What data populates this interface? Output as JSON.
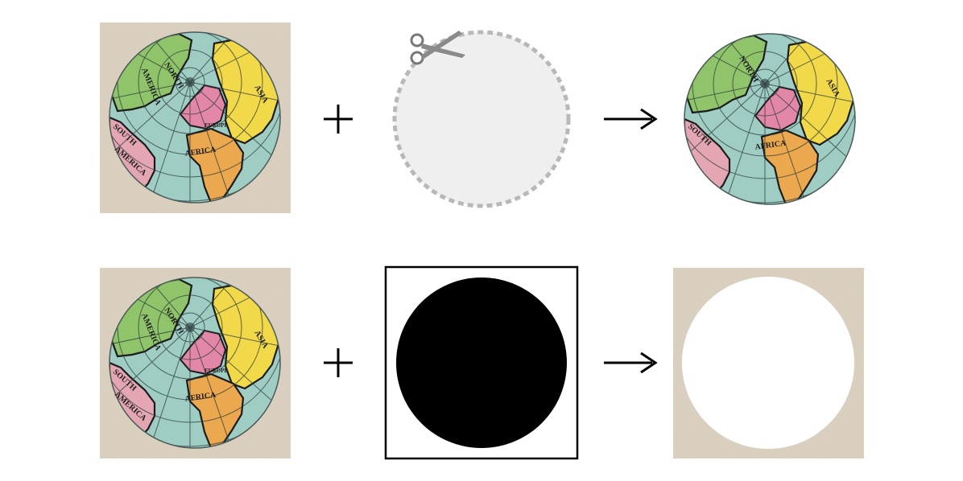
{
  "diagram": {
    "rows": [
      {
        "id": "clip-path",
        "source": {
          "labels": [
            "NORTH",
            "AMERICA",
            "ASIA",
            "EUROPE",
            "AFRICA",
            "SOUTH",
            "AMERICA"
          ]
        },
        "operator": "+",
        "shape": {
          "fill": "#efefef",
          "stroke": "#b8b8b8",
          "style": "dashed",
          "icon": "scissors-icon"
        },
        "arrow": "→",
        "result": {
          "kind": "clipped-globe"
        }
      },
      {
        "id": "mask",
        "source": {
          "labels": [
            "NORTH",
            "AMERICA",
            "ASIA",
            "EUROPE",
            "AFRICA",
            "SOUTH",
            "AMERICA"
          ]
        },
        "operator": "+",
        "shape": {
          "fill": "#000000",
          "frame": "#000000"
        },
        "arrow": "→",
        "result": {
          "kind": "parchment-with-hole",
          "hole": "#ffffff"
        }
      }
    ]
  },
  "colors": {
    "parchment": "#dcd2c3",
    "ocean": "#9fcdc4",
    "north_america": "#90c46a",
    "south_america": "#e4a6b3",
    "europe": "#e287a7",
    "asia": "#f2d94a",
    "africa": "#eca84e",
    "grid": "#2b3a3a"
  }
}
